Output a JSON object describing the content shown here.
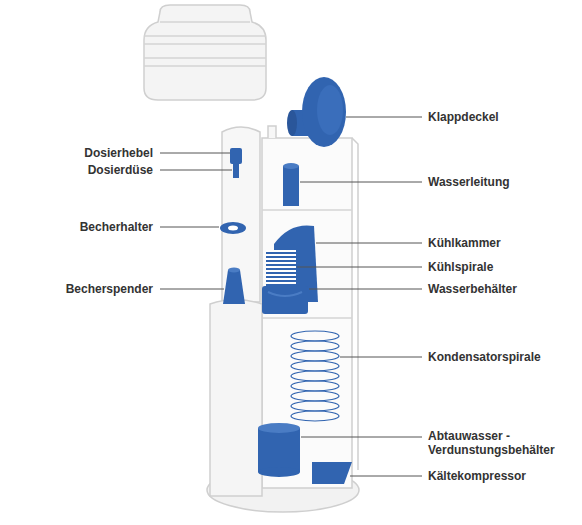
{
  "diagram": {
    "labels": [
      "Klappdeckel",
      "Dosierhebel",
      "Dosierdüse",
      "Wasserleitung",
      "Becherhalter",
      "Kühlkammer",
      "Kühlspirale",
      "Becherspender",
      "Wasserbehälter",
      "Kondensatorspirale",
      "Abtauwasser - Verdunstungsbehälter",
      "Kältekompressor"
    ]
  }
}
